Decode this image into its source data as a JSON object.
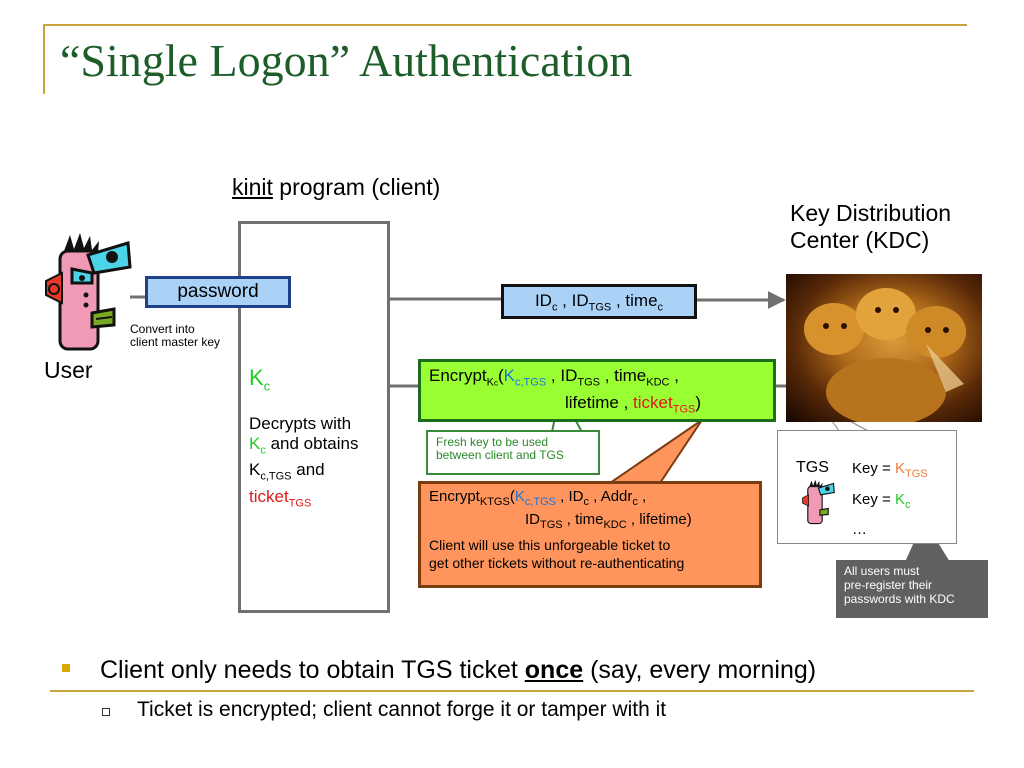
{
  "title": "“Single Logon” Authentication",
  "kinit": {
    "word": "kinit",
    "rest": " program (client)"
  },
  "kdc": {
    "line1": "Key Distribution",
    "line2": "Center (KDC)"
  },
  "user_label": "User",
  "password_label": "password",
  "convert": {
    "line1": "Convert into",
    "line2": "client master key"
  },
  "kc": {
    "main": "K",
    "sub": "c"
  },
  "decrypts": {
    "line1": "Decrypts with",
    "k": "K",
    "ksub": "c",
    "and_obtains": " and obtains",
    "kct": "K",
    "kctsub": "c,TGS",
    "and": "  and",
    "ticket": "ticket",
    "ticketsub": "TGS"
  },
  "id_box": {
    "id": "ID",
    "idsub": "c",
    "sep1": " , ID",
    "idtgssub": "TGS",
    "sep2": " , time",
    "timesub": "c"
  },
  "enc1": {
    "encrypt": "Encrypt",
    "ksub1": "K",
    "ksub2": "c",
    "open": "(",
    "kct": "K",
    "kctsub": "c,TGS",
    "rest1": " , ID",
    "idtgssub": "TGS",
    "rest2": " , time",
    "kdcsub": "KDC",
    "rest3": " ,",
    "line2a": "lifetime , ",
    "ticket": "ticket",
    "ticketsub": "TGS",
    "close": ")"
  },
  "fresh": {
    "line1": "Fresh key to be used",
    "line2": "between client and TGS"
  },
  "enc2": {
    "encrypt": "Encrypt",
    "ksub": "KTGS",
    "open": "(",
    "kct": "K",
    "kctsub": "c,TGS",
    "rest1": " , ID",
    "idsub": "c",
    "rest2": " , Addr",
    "addrsub": "c",
    "rest3": " ,",
    "line2a": "ID",
    "idtgssub": "TGS",
    "line2b": " , time",
    "kdcsub": "KDC",
    "line2c": " , lifetime)",
    "note1": "Client will use this unforgeable ticket to",
    "note2": "get other tickets without re-authenticating"
  },
  "tgs": {
    "label": "TGS",
    "key1": "Key = ",
    "k1": "K",
    "k1sub": "TGS",
    "key2": "Key = ",
    "k2": "K",
    "k2sub": "c",
    "dots": "…"
  },
  "all_users": {
    "line1": "All users must",
    "line2": "pre-register their",
    "line3": "passwords with KDC"
  },
  "bullets": {
    "b1_pre": "Client only needs to obtain TGS ticket ",
    "b1_bold": "once",
    "b1_post": " (say, every morning)",
    "b2": "Ticket is encrypted; client cannot forge it or tamper with it"
  },
  "colors": {
    "title": "#1d5d2a",
    "accent_rule": "#c8a43a",
    "green_key": "#22cc22",
    "red_ticket": "#e01919",
    "blue_key": "#1b73d8",
    "enc1_fill": "#99ff33",
    "enc2_fill": "#ff955c",
    "pw_fill": "#a9d2f6"
  }
}
